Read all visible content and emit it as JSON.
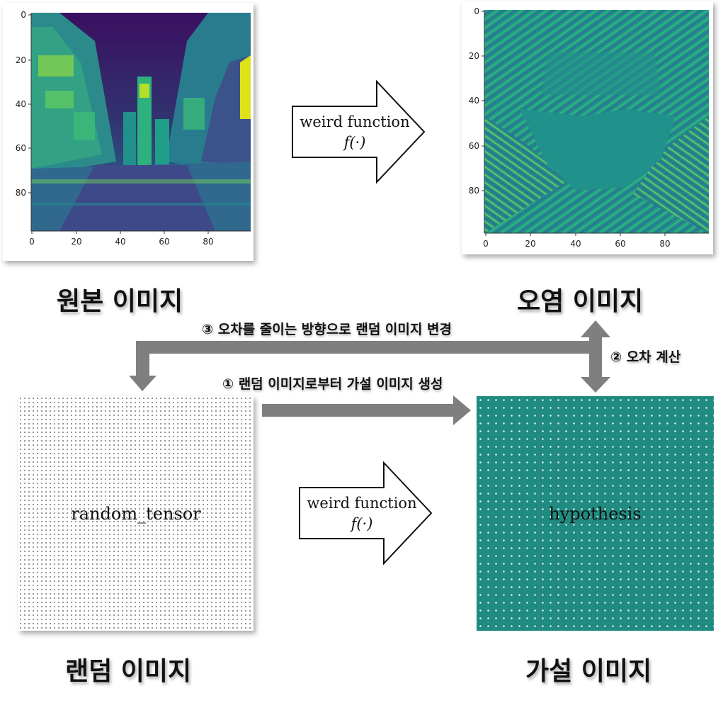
{
  "panels": {
    "original": {
      "x_ticks": [
        "0",
        "20",
        "40",
        "60",
        "80"
      ],
      "y_ticks": [
        "0",
        "20",
        "40",
        "60",
        "80"
      ]
    },
    "contaminated": {
      "x_ticks": [
        "0",
        "20",
        "40",
        "60",
        "80"
      ],
      "y_ticks": [
        "0",
        "20",
        "40",
        "60",
        "80"
      ]
    }
  },
  "captions": {
    "original": "원본 이미지",
    "contaminated": "오염 이미지",
    "random": "랜덤 이미지",
    "hypothesis": "가설 이미지"
  },
  "arrows": {
    "top_function": {
      "line1": "weird function",
      "line2": "f(·)"
    },
    "bottom_function": {
      "line1": "weird function",
      "line2": "f(·)"
    }
  },
  "steps": {
    "step1": "① 랜덤 이미지로부터 가설 이미지 생성",
    "step2": "② 오차 계산",
    "step3": "③ 오차를 줄이는 방향으로 랜덤 이미지 변경"
  },
  "boxes": {
    "random_label": "random_tensor",
    "hypothesis_label": "hypothesis"
  },
  "colors": {
    "viridis_dark": "#440154",
    "viridis_teal": "#21918c",
    "viridis_yellow": "#fde725",
    "hypothesis_fill": "#1f8b81",
    "arrow_gray": "#7f7f7f"
  }
}
